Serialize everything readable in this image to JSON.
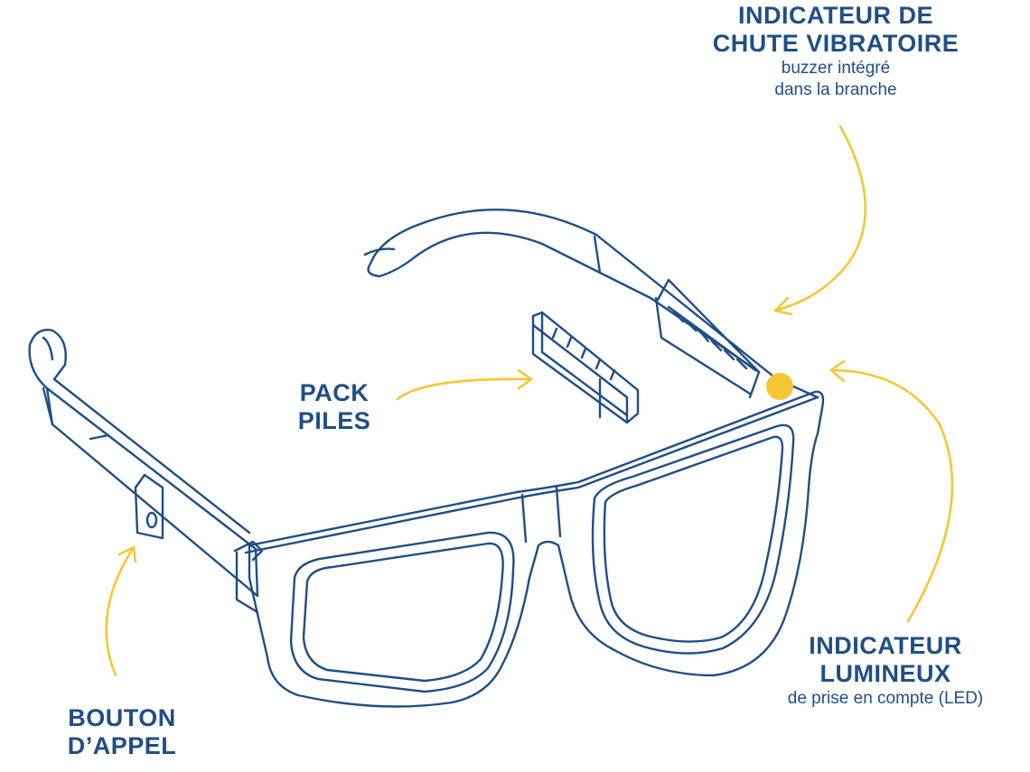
{
  "colors": {
    "outline": "#1f4e87",
    "arrow": "#f6c636",
    "led": "#f6c636",
    "text": "#1f4e87"
  },
  "labels": {
    "vibration": {
      "title_line1": "INDICATEUR DE",
      "title_line2": "CHUTE VIBRATOIRE",
      "sub_line1": "buzzer intégré",
      "sub_line2": "dans la branche"
    },
    "battery": {
      "title_line1": "PACK",
      "title_line2": "PILES"
    },
    "led": {
      "title_line1": "INDICATEUR",
      "title_line2": "LUMINEUX",
      "sub_line1": "de prise en compte (LED)"
    },
    "button": {
      "title_line1": "BOUTON",
      "title_line2": "D’APPEL"
    }
  }
}
